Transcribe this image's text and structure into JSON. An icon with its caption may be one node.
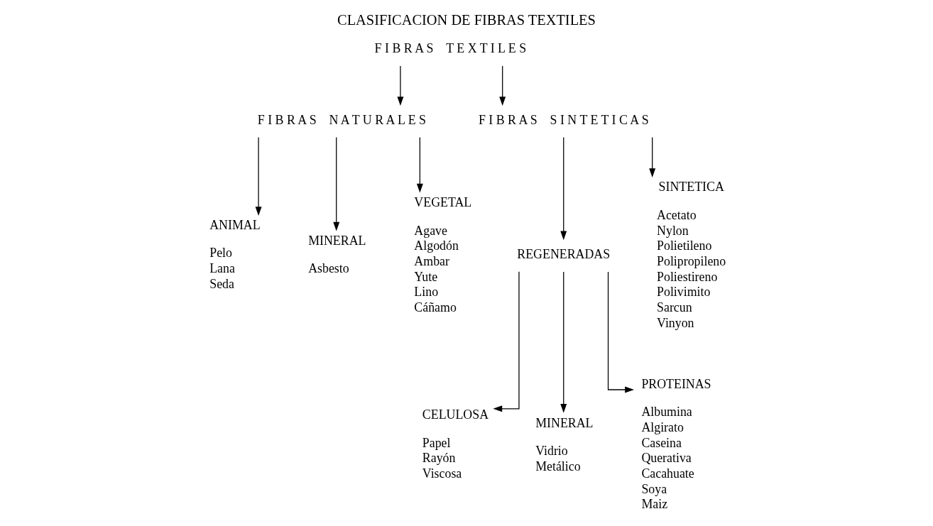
{
  "diagram": {
    "title": "CLASIFICACION DE FIBRAS TEXTILES",
    "nodes": [
      {
        "text": [
          "F I B R A S    T E X T I L E S"
        ]
      },
      {
        "text": [
          "F I B R A S    N A T U R A L E S"
        ]
      },
      {
        "text": [
          "F I B R A S    S I N T E T I C A S"
        ]
      },
      {
        "text": [
          "ANIMAL"
        ],
        "beside": [
          "Pelo",
          "Lana",
          "Seda"
        ]
      },
      {
        "text": [
          "MINERAL"
        ],
        "beside": [
          "Asbesto"
        ]
      },
      {
        "text": [
          "VEGETAL"
        ],
        "beside": [
          "Agave",
          "Algodón",
          "Ambar",
          "Yute",
          "Lino",
          "Cáñamo"
        ]
      },
      {
        "text": [
          "REGENERADAS"
        ]
      },
      {
        "text": [
          "CELULOSA"
        ],
        "beside": [
          "Papel",
          "Rayón",
          "Viscosa"
        ]
      },
      {
        "text": [
          "MINERAL"
        ],
        "beside": [
          "Vidrio",
          "Metálico"
        ]
      },
      {
        "text": [
          "PROTEINAS"
        ],
        "beside": [
          "Albumina",
          "Algirato",
          "Caseina",
          "Querativa",
          "Cacahuate",
          "Soya",
          "Maiz"
        ]
      },
      {
        "text": [
          "SINTETICA"
        ],
        "beside": [
          "Acetato",
          "Nylon",
          "Polietileno",
          "Polipropileno",
          "Poliestireno",
          "Polivimito",
          "Sarcun",
          "Vinyon"
        ]
      }
    ],
    "edges": [
      {
        "from": 0,
        "to": 1,
        "arrow": "to"
      },
      {
        "from": 0,
        "to": 2,
        "arrow": "to"
      },
      {
        "from": 1,
        "to": 3,
        "arrow": "to"
      },
      {
        "from": 1,
        "to": 4,
        "arrow": "to"
      },
      {
        "from": 1,
        "to": 5,
        "arrow": "to"
      },
      {
        "from": 2,
        "to": 6,
        "arrow": "to"
      },
      {
        "from": 2,
        "to": 10,
        "arrow": "to"
      },
      {
        "from": 6,
        "to": 7,
        "arrow": "to"
      },
      {
        "from": 6,
        "to": 8,
        "arrow": "to"
      },
      {
        "from": 6,
        "to": 9,
        "arrow": "to"
      }
    ]
  }
}
